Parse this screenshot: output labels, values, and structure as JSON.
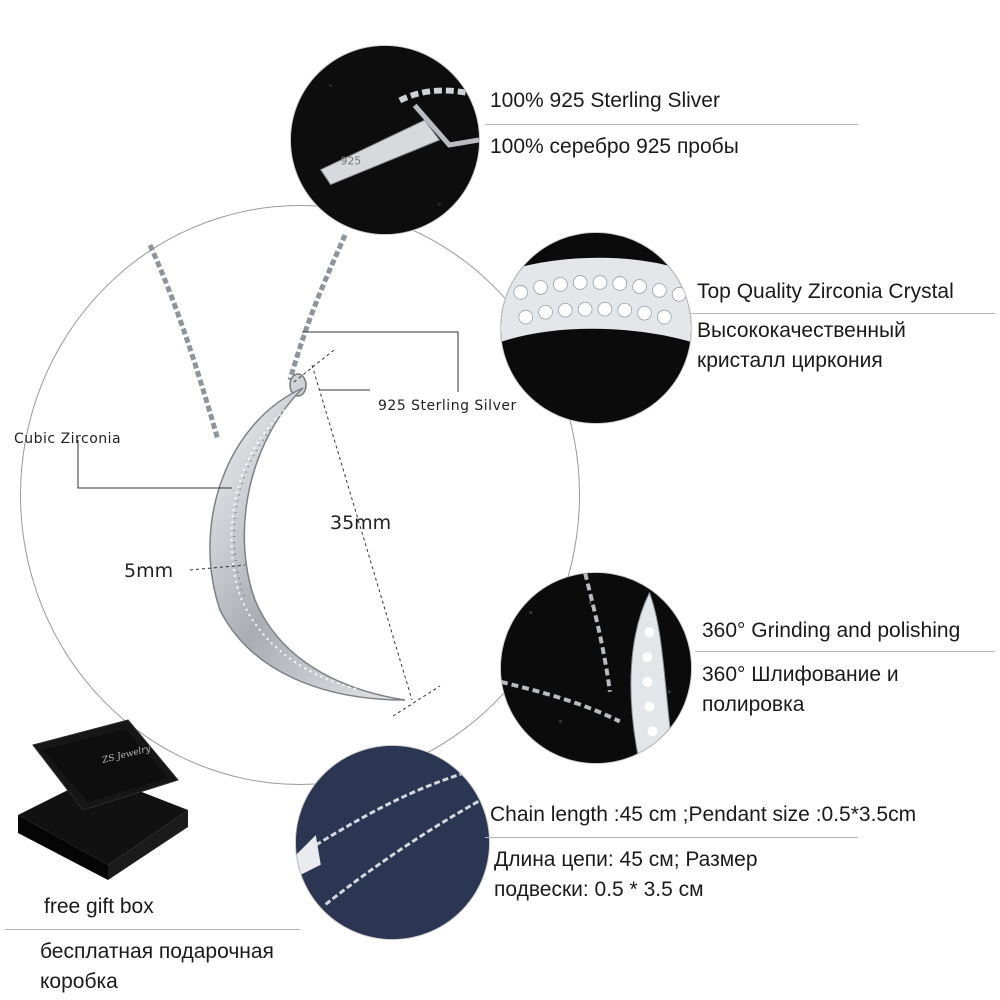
{
  "features": [
    {
      "en": "100% 925 Sterling Sliver",
      "ru": "100% серебро 925 пробы"
    },
    {
      "en": "Top Quality Zirconia Crystal",
      "ru": "Высококачественный кристалл циркония"
    },
    {
      "en": "360° Grinding and polishing",
      "ru": "360° Шлифование и полировка"
    },
    {
      "en": "Chain length :45 cm ;Pendant size :0.5*3.5cm",
      "ru": "Длина цепи: 45 см; Размер подвески: 0.5 * 3.5 см"
    }
  ],
  "annotations": {
    "cubic_zirconia": "Cubic Zirconia",
    "sterling_silver": "925 Sterling Silver",
    "width": "5mm",
    "length": "35mm"
  },
  "gift": {
    "en": "free gift box",
    "ru": "бесплатная подарочная коробка",
    "box_brand": "ZS Jewelry"
  },
  "colors": {
    "dark_disc": "#0c0c0c",
    "navy_disc": "#2a3650",
    "silver": "#d9dde2"
  }
}
